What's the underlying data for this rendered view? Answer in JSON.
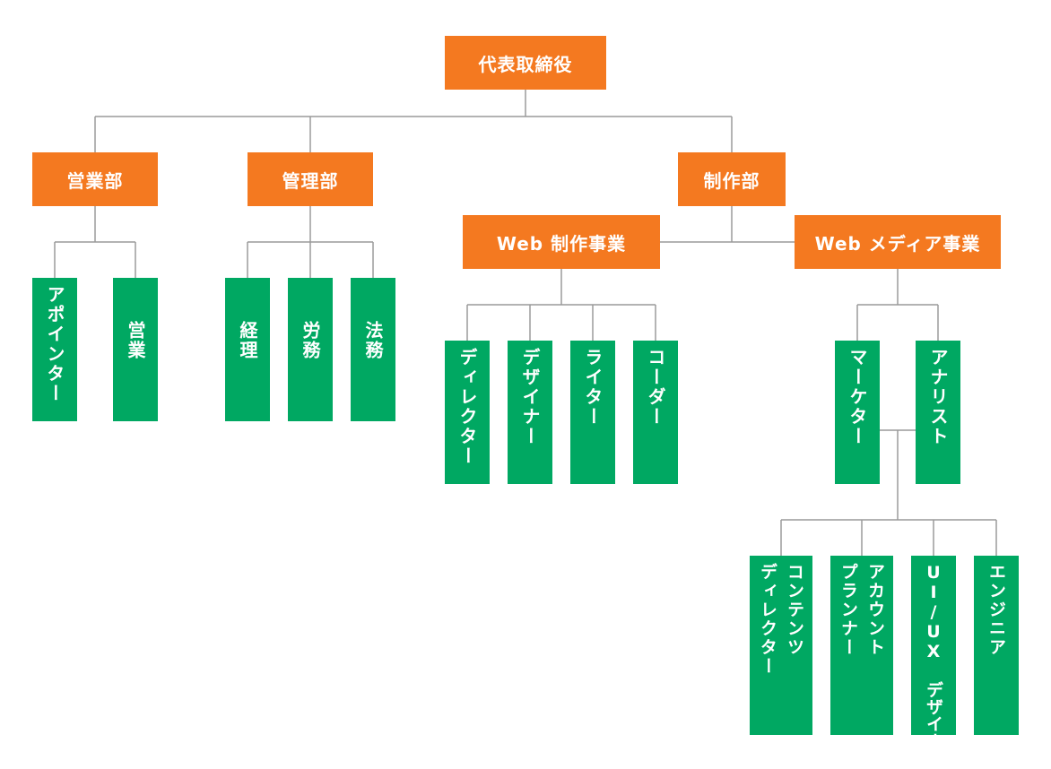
{
  "ceo": "代表取締役",
  "departments": {
    "sales": "営業部",
    "admin": "管理部",
    "production": "制作部"
  },
  "divisions": {
    "web_production": "Web 制作事業",
    "web_media": "Web メディア事業"
  },
  "roles": {
    "appointer": "アポインター",
    "sales": "営業",
    "accounting": "経理",
    "labor": "労務",
    "legal": "法務",
    "director": "ディレクター",
    "designer": "デザイナー",
    "writer": "ライター",
    "coder": "コーダー",
    "marketer": "マーケター",
    "analyst": "アナリスト",
    "content_director": "コンテンツ\nディレクター",
    "account_planner": "アカウント\nプランナー",
    "uiux_designer": "UI/UX デザイナー",
    "engineer": "エンジニア"
  },
  "colors": {
    "org_box": "#f47920",
    "role_box": "#00a862",
    "connector": "#9a9a9a"
  }
}
